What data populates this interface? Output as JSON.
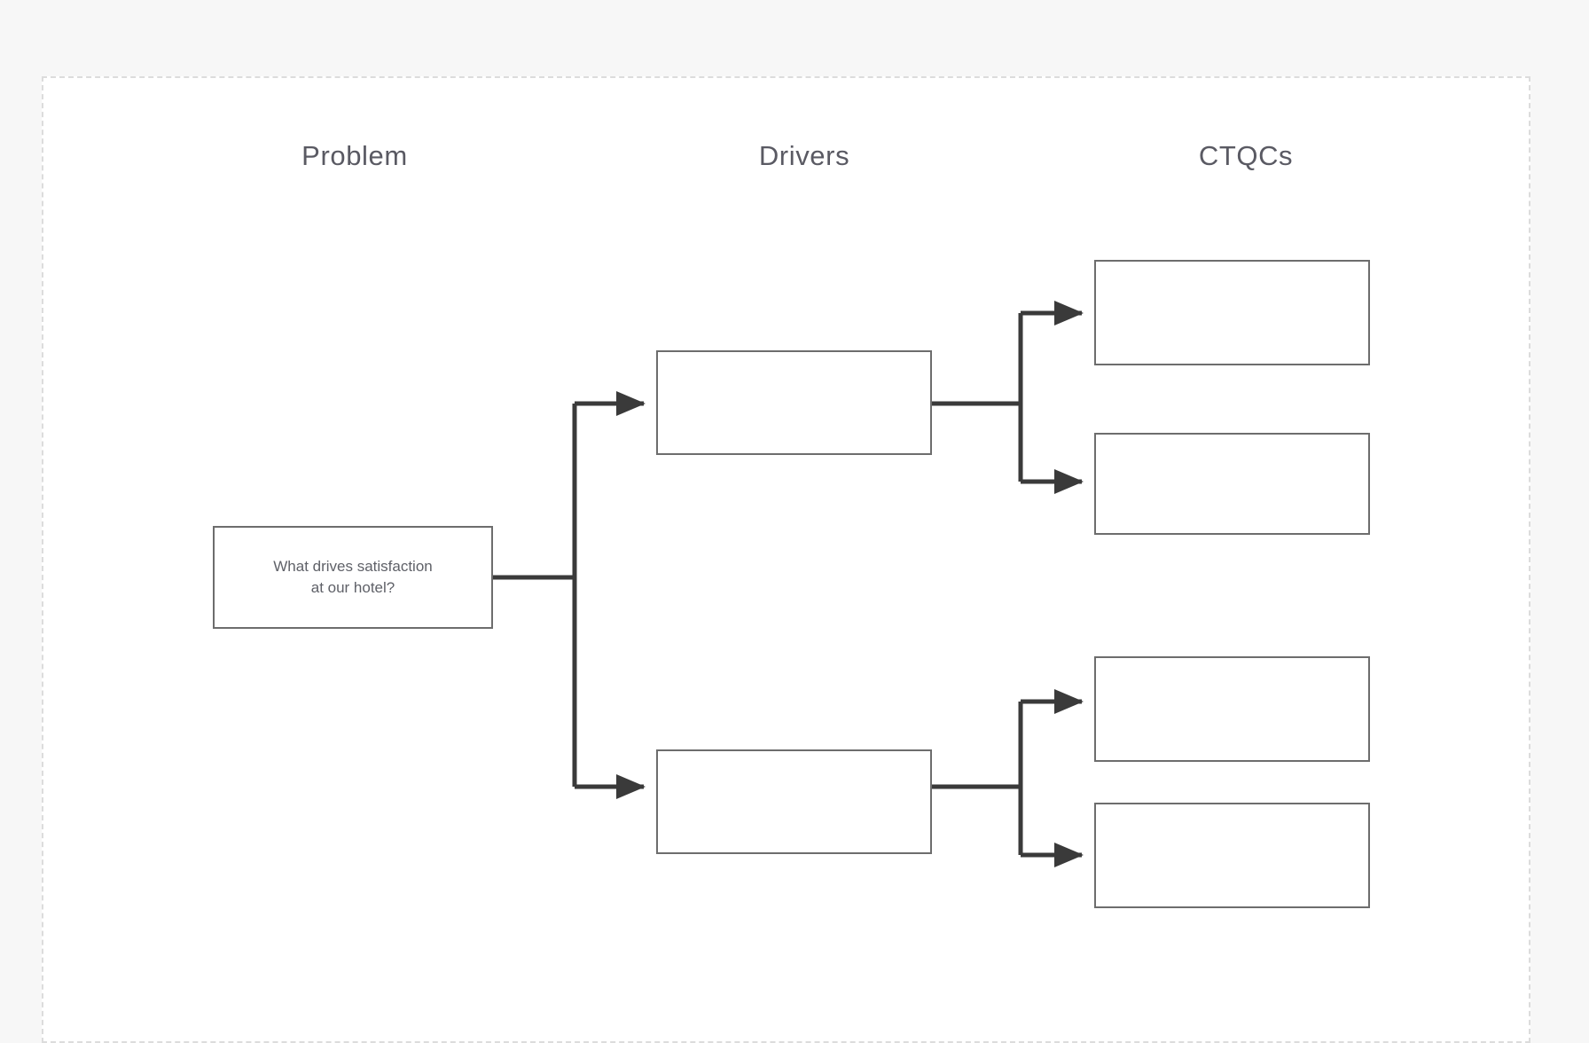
{
  "canvas": {
    "background_color": "#f7f7f7",
    "surface_color": "#ffffff",
    "frame_border_color": "#dcdcdc",
    "frame_border_style": "dashed"
  },
  "diagram": {
    "type": "ctq-tree",
    "node_border_color": "#6d6d6d",
    "connector_color": "#3a3a3a",
    "header_text_color": "#5a5a63",
    "node_text_color": "#5f6168"
  },
  "columns": [
    {
      "id": "problem",
      "label": "Problem"
    },
    {
      "id": "drivers",
      "label": "Drivers"
    },
    {
      "id": "ctqcs",
      "label": "CTQCs"
    }
  ],
  "nodes": {
    "problem": {
      "label": "What drives satisfaction\nat our hotel?"
    },
    "drivers": [
      {
        "id": "driver-1",
        "label": ""
      },
      {
        "id": "driver-2",
        "label": ""
      }
    ],
    "ctqcs": [
      {
        "id": "ctqc-1",
        "label": ""
      },
      {
        "id": "ctqc-2",
        "label": ""
      },
      {
        "id": "ctqc-3",
        "label": ""
      },
      {
        "id": "ctqc-4",
        "label": ""
      }
    ]
  }
}
